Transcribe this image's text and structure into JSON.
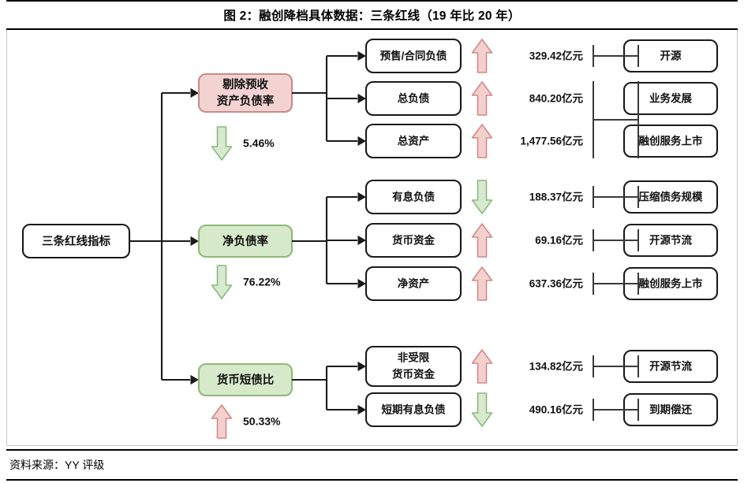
{
  "title": "图 2：融创降档具体数据：三条红线（19 年比 20 年）",
  "source": "资料来源：YY 评级",
  "colors": {
    "pink_fill": "#f2d3d2",
    "pink_stroke": "#c98b87",
    "green_fill": "#d7e9cb",
    "green_stroke": "#8fb877",
    "arrow_up_fill": "#f3d0ce",
    "arrow_up_stroke": "#d08b86",
    "arrow_down_fill": "#d7ead0",
    "arrow_down_stroke": "#8cb97a",
    "box_stroke": "#1a1a1a",
    "connector": "#3a3a3a",
    "frame": "#c9c9c9"
  },
  "root": {
    "label": "三条红线指标"
  },
  "groups": [
    {
      "id": "group-leverage",
      "indicator": {
        "label_line1": "剔除预收",
        "label_line2": "资产负债率",
        "style": "pink"
      },
      "change": {
        "direction": "down",
        "value": "5.46%"
      },
      "items": [
        {
          "label_line1": "预售/合同负债",
          "label_line2": "",
          "direction": "up",
          "value": "329.42亿元",
          "outcome": "开源"
        },
        {
          "label_line1": "总负债",
          "label_line2": "",
          "direction": "up",
          "value": "840.20亿元",
          "outcome": "业务发展"
        },
        {
          "label_line1": "总资产",
          "label_line2": "",
          "direction": "up",
          "value": "1,477.56亿元",
          "outcome": "融创服务上市"
        }
      ]
    },
    {
      "id": "group-net-gearing",
      "indicator": {
        "label_line1": "净负债率",
        "label_line2": "",
        "style": "green"
      },
      "change": {
        "direction": "down",
        "value": "76.22%"
      },
      "items": [
        {
          "label_line1": "有息负债",
          "label_line2": "",
          "direction": "down",
          "value": "188.37亿元",
          "outcome": "压缩债务规模"
        },
        {
          "label_line1": "货币资金",
          "label_line2": "",
          "direction": "up",
          "value": "69.16亿元",
          "outcome": "开源节流"
        },
        {
          "label_line1": "净资产",
          "label_line2": "",
          "direction": "up",
          "value": "637.36亿元",
          "outcome": "融创服务上市"
        }
      ]
    },
    {
      "id": "group-cash-short-debt",
      "indicator": {
        "label_line1": "货币短债比",
        "label_line2": "",
        "style": "green"
      },
      "change": {
        "direction": "up",
        "value": "50.33%"
      },
      "items": [
        {
          "label_line1": "非受限",
          "label_line2": "货币资金",
          "direction": "up",
          "value": "134.82亿元",
          "outcome": "开源节流"
        },
        {
          "label_line1": "短期有息负债",
          "label_line2": "",
          "direction": "down",
          "value": "490.16亿元",
          "outcome": "到期偿还"
        }
      ]
    }
  ]
}
